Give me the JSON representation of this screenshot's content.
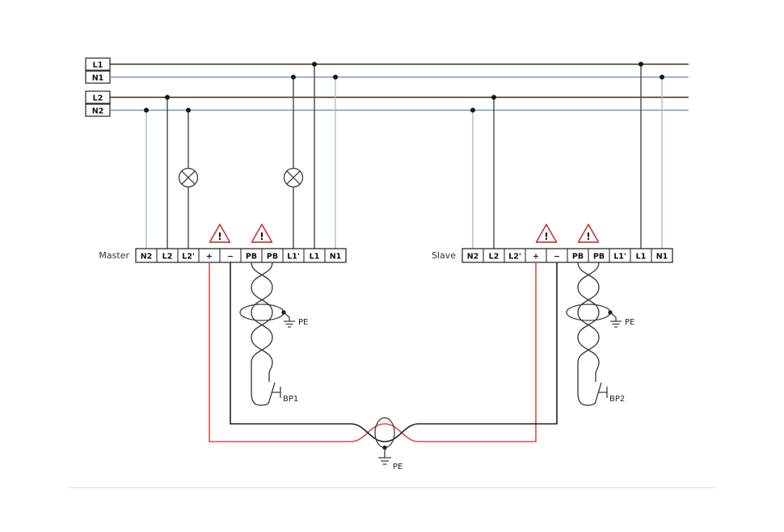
{
  "buses": {
    "l1": {
      "label": "L1"
    },
    "n1": {
      "label": "N1"
    },
    "l2": {
      "label": "L2"
    },
    "n2": {
      "label": "N2"
    }
  },
  "devices": {
    "master": {
      "label": "Master",
      "terminals": [
        "N2",
        "L2",
        "L2'",
        "+",
        "−",
        "PB",
        "PB",
        "L1'",
        "L1",
        "N1"
      ]
    },
    "slave": {
      "label": "Slave",
      "terminals": [
        "N2",
        "L2",
        "L2'",
        "+",
        "−",
        "PB",
        "PB",
        "L1'",
        "L1",
        "N1"
      ]
    }
  },
  "warning": {
    "glyph": "!"
  },
  "grounds": {
    "master": "PE",
    "slave": "PE",
    "link": "PE"
  },
  "pushbuttons": {
    "bp1": "BP1",
    "bp2": "BP2"
  },
  "colors": {
    "phase_bus": "#3a2a16",
    "neutral_bus": "#7b97ba",
    "phase_drop": "#474747",
    "neutral_drop": "#a9bdd3",
    "bus_plus": "#d6524a",
    "bus_minus": "#222222",
    "warning_outline": "#c2403a"
  }
}
